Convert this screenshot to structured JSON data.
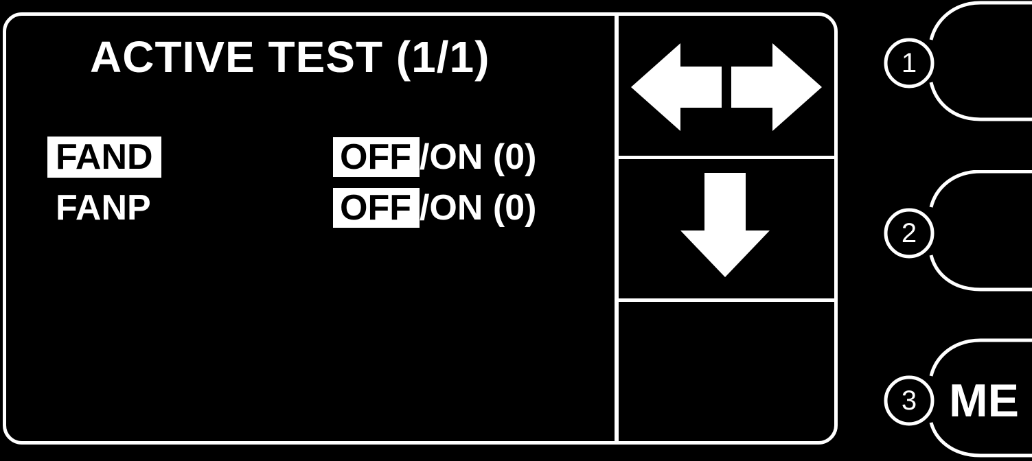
{
  "screen": {
    "title": "ACTIVE TEST (1/1)"
  },
  "rows": [
    {
      "name": "FAND",
      "value_selected": "OFF",
      "value_rest": "/ON (0)",
      "highlighted": true
    },
    {
      "name": "FANP",
      "value_selected": "OFF",
      "value_rest": "/ON (0)",
      "highlighted": false
    }
  ],
  "soft_buttons": [
    {
      "icon": "left-right-arrow-icon"
    },
    {
      "icon": "down-arrow-icon"
    },
    {
      "icon": ""
    }
  ],
  "hard_keys": [
    {
      "number": "1",
      "label": ""
    },
    {
      "number": "2",
      "label": ""
    },
    {
      "number": "3",
      "label": "ME"
    }
  ],
  "colors": {
    "background": "#000000",
    "foreground": "#ffffff"
  }
}
